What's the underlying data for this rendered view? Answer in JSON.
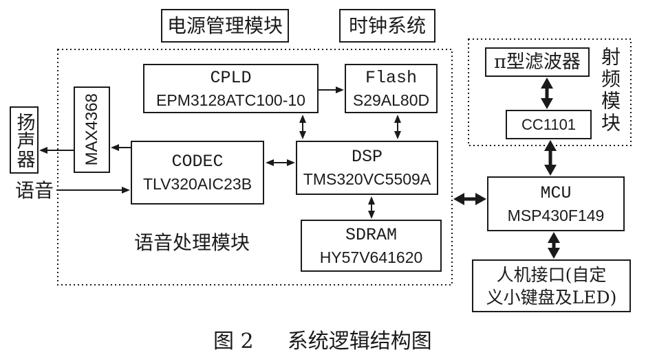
{
  "header_blocks": {
    "power_management": "电源管理模块",
    "clock_system": "时钟系统"
  },
  "speech_module": {
    "label": "语音处理模块",
    "cpld": {
      "name": "CPLD",
      "part": "EPM3128ATC100-10"
    },
    "flash": {
      "name": "Flash",
      "part": "S29AL80D"
    },
    "amplifier": {
      "part": "MAX4368"
    },
    "codec": {
      "name": "CODEC",
      "part": "TLV320AIC23B"
    },
    "dsp": {
      "name": "DSP",
      "part": "TMS320VC5509A"
    },
    "sdram": {
      "name": "SDRAM",
      "part": "HY57V641620"
    }
  },
  "speaker": "扬声器",
  "voice_input": "语音",
  "rf_module": {
    "label": "射频模块",
    "filter": "π型滤波器",
    "transceiver": "CC1101"
  },
  "mcu": {
    "name": "MCU",
    "part": "MSP430F149"
  },
  "hmi": {
    "line1": "人机接口(自定",
    "line2": "义小键盘及LED)"
  },
  "caption": {
    "number": "图 2",
    "title": "系统逻辑结构图"
  },
  "colors": {
    "ink": "#1a1a1a",
    "background": "#ffffff"
  }
}
